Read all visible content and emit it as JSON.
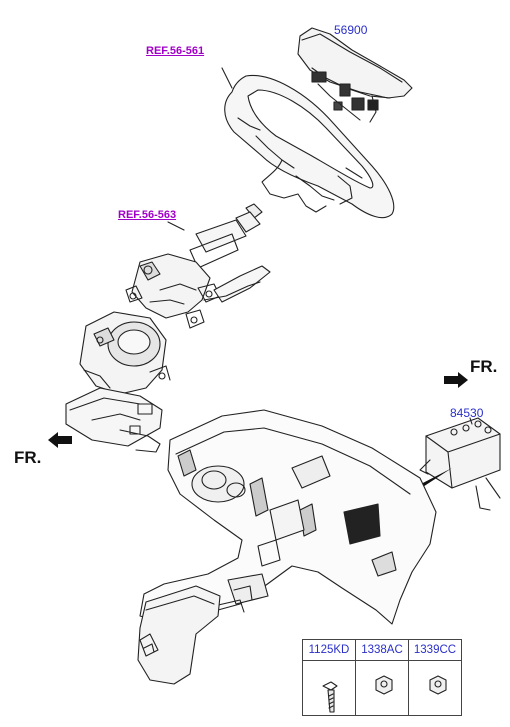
{
  "labels": {
    "airbag_driver": "56900",
    "airbag_passenger": "84530",
    "ref_wheel": "REF.56-561",
    "ref_column": "REF.56-563",
    "fr_left": "FR.",
    "fr_right": "FR."
  },
  "table": {
    "parts": [
      "1125KD",
      "1338AC",
      "1339CC"
    ],
    "icons": [
      "bolt-icon",
      "nut-icon",
      "nut-icon"
    ]
  },
  "colors": {
    "part_number": "#2a2fc8",
    "reference": "#a100c8",
    "line": "#222222"
  }
}
